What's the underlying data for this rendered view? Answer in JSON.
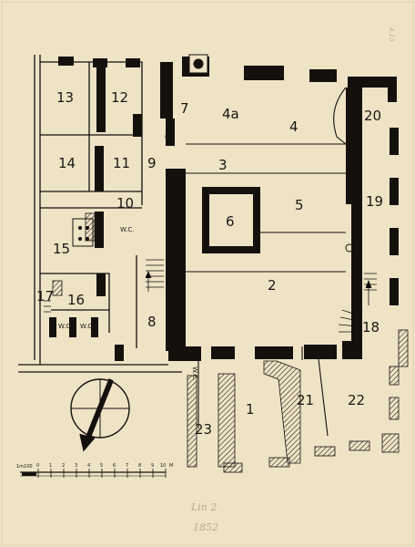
{
  "plan": {
    "colors": {
      "paper": "#efe3c6",
      "ink": "#14110d",
      "pencil": "#b9ab8d"
    },
    "rooms": [
      {
        "id": "13",
        "label": "13"
      },
      {
        "id": "12",
        "label": "12"
      },
      {
        "id": "14",
        "label": "14"
      },
      {
        "id": "11",
        "label": "11"
      },
      {
        "id": "9",
        "label": "9"
      },
      {
        "id": "10",
        "label": "10"
      },
      {
        "id": "15",
        "label": "15"
      },
      {
        "id": "16",
        "label": "16"
      },
      {
        "id": "17",
        "label": "17"
      },
      {
        "id": "8",
        "label": "8"
      },
      {
        "id": "7",
        "label": "7"
      },
      {
        "id": "4a",
        "label": "4a"
      },
      {
        "id": "4",
        "label": "4"
      },
      {
        "id": "3",
        "label": "3"
      },
      {
        "id": "5",
        "label": "5"
      },
      {
        "id": "6",
        "label": "6"
      },
      {
        "id": "2",
        "label": "2"
      },
      {
        "id": "20",
        "label": "20"
      },
      {
        "id": "19",
        "label": "19"
      },
      {
        "id": "18",
        "label": "18"
      },
      {
        "id": "1",
        "label": "1"
      },
      {
        "id": "21",
        "label": "21"
      },
      {
        "id": "22",
        "label": "22"
      },
      {
        "id": "23",
        "label": "23"
      }
    ],
    "wc_labels": [
      "W.C.",
      "W.C.",
      "W.C.",
      "W.C."
    ],
    "scale_bar": {
      "unit_label": "1m100",
      "ticks": [
        "0",
        "1",
        "2",
        "3",
        "4",
        "5",
        "6",
        "7",
        "8",
        "9",
        "10",
        "M"
      ]
    },
    "pencil_notes": [
      "Lin 2",
      "1852"
    ],
    "corner_mark": "4.13"
  }
}
